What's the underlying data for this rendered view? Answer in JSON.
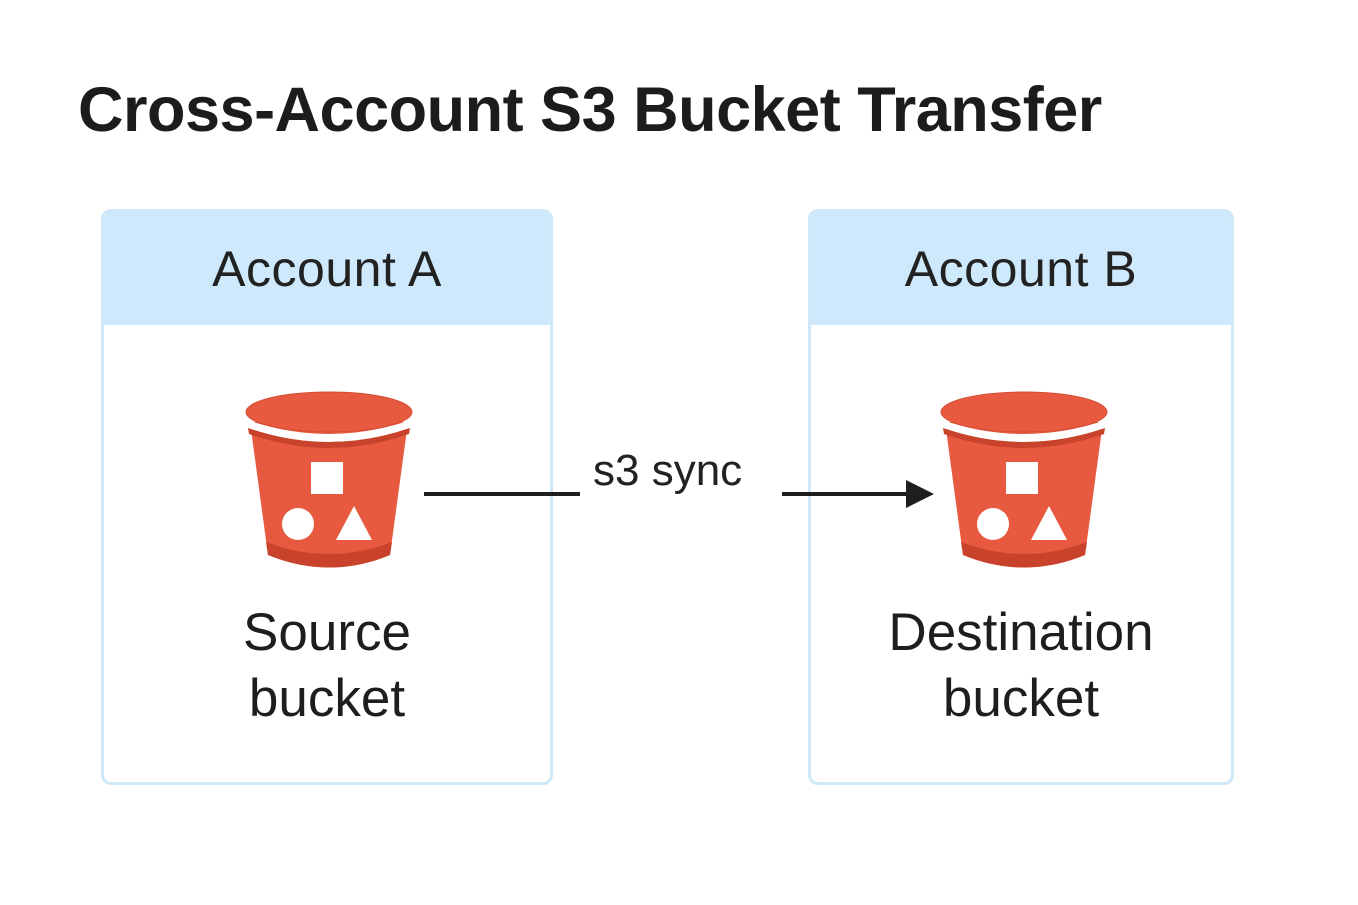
{
  "title": "Cross-Account S3 Bucket Transfer",
  "colors": {
    "panel_header_bg": "#cde9fb",
    "panel_border": "#cfe8f7",
    "bucket_fill": "#e85a3f",
    "bucket_dark": "#c9432c",
    "arrow": "#1e1e1e"
  },
  "source": {
    "account_label": "Account A",
    "bucket_label_line1": "Source",
    "bucket_label_line2": "bucket",
    "icon": "s3-bucket-icon"
  },
  "destination": {
    "account_label": "Account B",
    "bucket_label_line1": "Destination",
    "bucket_label_line2": "bucket",
    "icon": "s3-bucket-icon"
  },
  "connector": {
    "label": "s3 sync",
    "icon": "arrow-right-icon"
  }
}
